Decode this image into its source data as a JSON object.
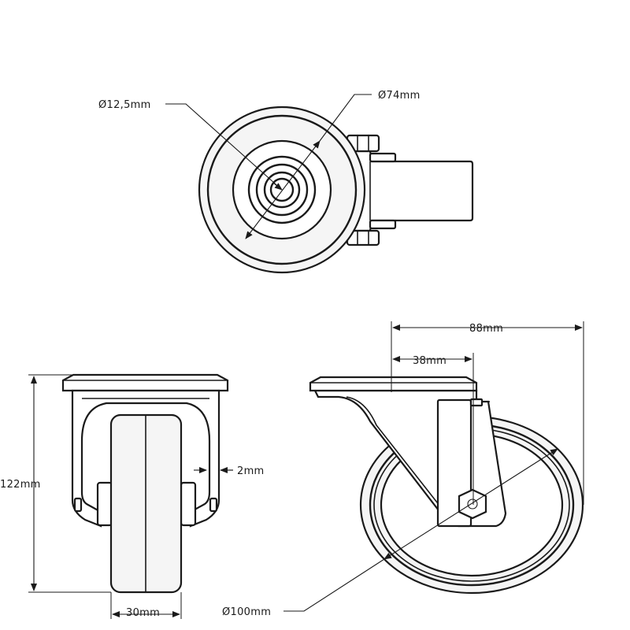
{
  "labels": {
    "axle_diameter": "Ø12,5mm",
    "hub_diameter": "Ø74mm",
    "overall_length": "88mm",
    "swivel_offset": "38mm",
    "side_gap": "2mm",
    "total_height": "122mm",
    "wheel_width": "30mm",
    "wheel_diameter": "Ø100mm"
  },
  "colors": {
    "line": "#1a1a1a",
    "fill": "#f5f5f5",
    "background": "#ffffff"
  }
}
